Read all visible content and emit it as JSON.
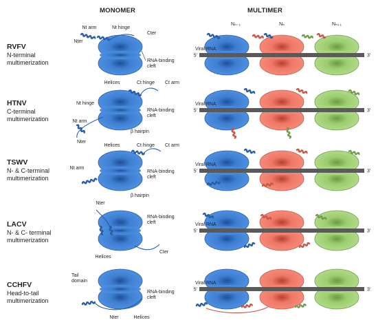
{
  "headers": {
    "monomer": "MONOMER",
    "multimer": "MULTIMER"
  },
  "multimer_columns": {
    "left": "Nₙ₋₁",
    "center": "Nₙ",
    "right": "Nₙ₊₁"
  },
  "rna": {
    "label": "Viral RNA",
    "five_prime": "5'",
    "three_prime": "3'"
  },
  "colors": {
    "blue": "#3f7fd2",
    "red": "#ef7766",
    "green": "#9ccd6e",
    "rna_bar": "#5a5a5a"
  },
  "rows": [
    {
      "name": "RVFV",
      "desc": "N-terminal\nmultimerization",
      "labels": [
        "Nt arm",
        "Nt hinge",
        "Nter",
        "Cter",
        "RNA-binding\ncleft"
      ]
    },
    {
      "name": "HTNV",
      "desc": "C-terminal\nmultimerization",
      "labels": [
        "Helices",
        "Ct hinge",
        "Ct arm",
        "Nt hinge",
        "RNA-binding\ncleft",
        "Nt arm",
        "β hairpin",
        "Nter"
      ]
    },
    {
      "name": "TSWV",
      "desc": "N- & C-terminal\nmultimerization",
      "labels": [
        "Helices",
        "Ct hinge",
        "Ct arm",
        "Nt arm",
        "RNA-binding\ncleft",
        "β hairpin"
      ]
    },
    {
      "name": "LACV",
      "desc": "N- & C- terminal\nmultimerization",
      "labels": [
        "Nter",
        "RNA-binding\ncleft",
        "Helices",
        "Cter"
      ]
    },
    {
      "name": "CCHFV",
      "desc": "Head-to-tail\nmultimerization",
      "labels": [
        "Tail\ndomain",
        "RNA-binding\ncleft",
        "Nter",
        "Helices"
      ]
    }
  ]
}
